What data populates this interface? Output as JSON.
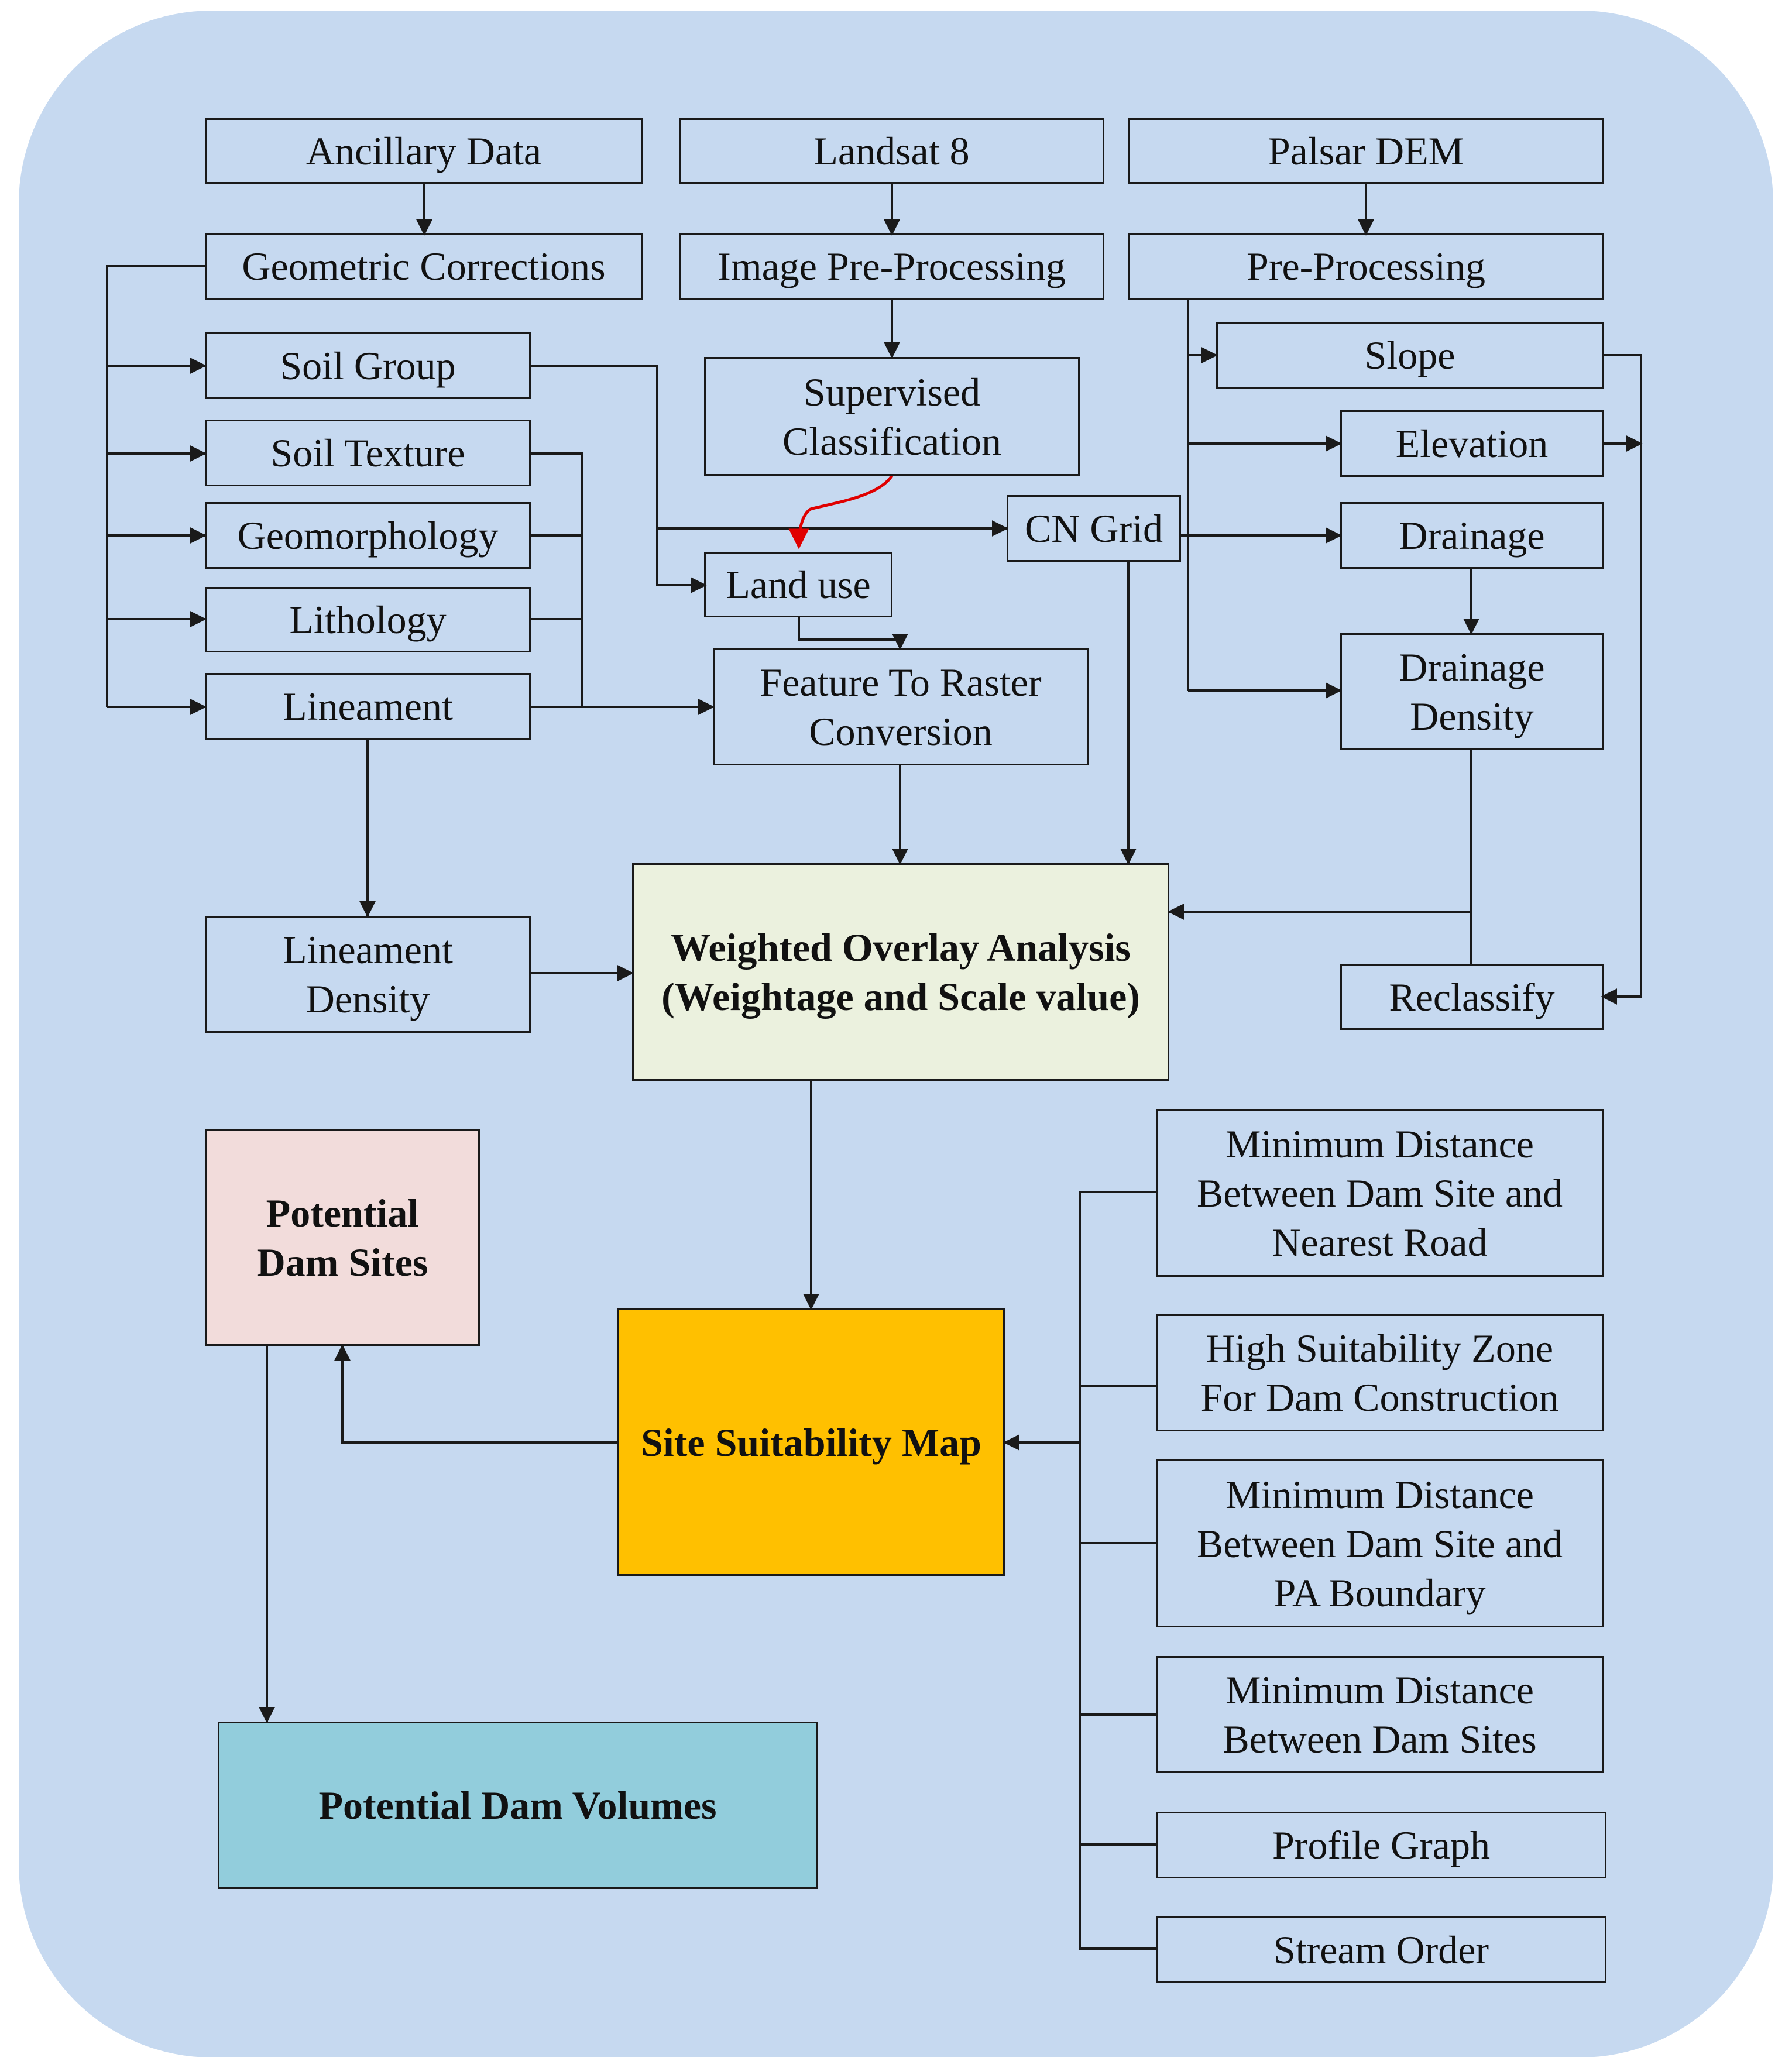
{
  "nodes": {
    "ancillary_data": "Ancillary Data",
    "landsat8": "Landsat 8",
    "palsar_dem": "Palsar DEM",
    "geometric_corrections": "Geometric Corrections",
    "image_preprocessing": "Image Pre-Processing",
    "preprocessing": "Pre-Processing",
    "soil_group": "Soil Group",
    "soil_texture": "Soil Texture",
    "geomorphology": "Geomorphology",
    "lithology": "Lithology",
    "lineament": "Lineament",
    "supervised_classification": "Supervised\nClassification",
    "land_use": "Land use",
    "cn_grid": "CN Grid",
    "feature_to_raster": "Feature To Raster\nConversion",
    "slope": "Slope",
    "elevation": "Elevation",
    "drainage": "Drainage",
    "drainage_density": "Drainage\nDensity",
    "lineament_density": "Lineament\nDensity",
    "weighted_overlay": "Weighted Overlay Analysis\n(Weightage and Scale value)",
    "reclassify": "Reclassify",
    "potential_dam_sites": "Potential\nDam Sites",
    "site_suitability_map": "Site Suitability Map",
    "potential_dam_volumes": "Potential Dam Volumes",
    "min_dist_road": "Minimum Distance\nBetween Dam Site and\nNearest Road",
    "high_suitability_zone": "High Suitability Zone\nFor Dam Construction",
    "min_dist_pa": "Minimum Distance\nBetween Dam Site and\nPA Boundary",
    "min_dist_sites": "Minimum Distance\nBetween Dam Sites",
    "profile_graph": "Profile Graph",
    "stream_order": "Stream Order"
  },
  "colors": {
    "background": "#c6d9f0",
    "weighted_overlay_fill": "#ebf1de",
    "potential_dam_sites_fill": "#f2dcdb",
    "site_suitability_fill": "#ffc000",
    "potential_dam_volumes_fill": "#92cddc",
    "line": "#1a1a1a",
    "highlight_arrow": "#e00000"
  }
}
